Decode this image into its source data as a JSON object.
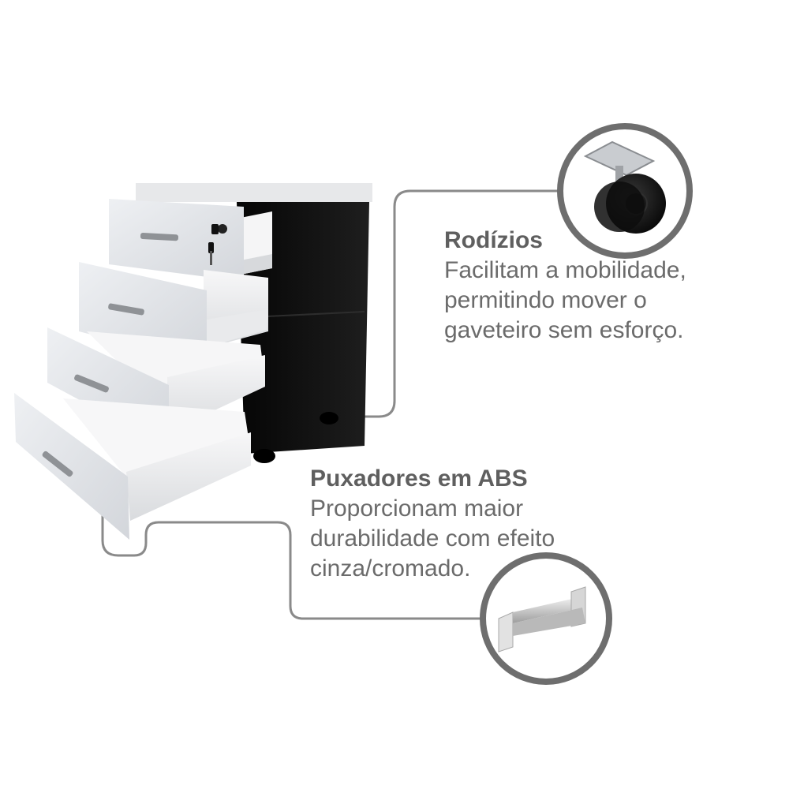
{
  "features": [
    {
      "title": "Rodízios",
      "description": "Facilitam a mobilidade,\npermitindo mover o\ngaveteiro sem esforço.",
      "icon": "caster-wheel-icon"
    },
    {
      "title": "Puxadores em ABS",
      "description": "Proporcionam maior\ndurabilidade com efeito\ncinza/cromado.",
      "icon": "drawer-handle-icon"
    }
  ],
  "colors": {
    "connector": "#8a8a8a",
    "ring": "#6e6e6e",
    "cabinet_body": "#141414",
    "drawer_front": "#e4e6ea",
    "text": "#6b6b6b"
  }
}
